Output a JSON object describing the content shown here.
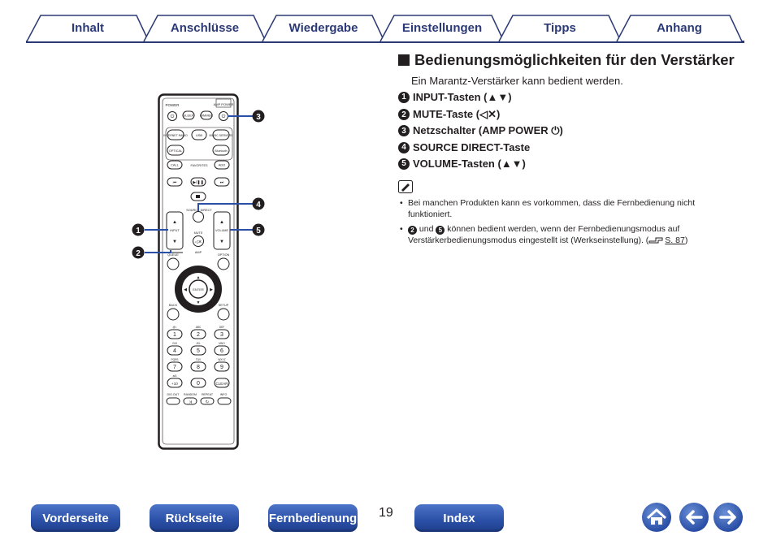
{
  "tabs": [
    "Inhalt",
    "Anschlüsse",
    "Wiedergabe",
    "Einstellungen",
    "Tipps",
    "Anhang"
  ],
  "heading": "Bedienungsmöglichkeiten für den Verstärker",
  "intro": "Ein Marantz-Verstärker kann bedient werden.",
  "items": [
    {
      "num": "1",
      "label": "INPUT-Tasten (▲▼)"
    },
    {
      "num": "2",
      "label": "MUTE-Taste (◁✕)"
    },
    {
      "num": "3",
      "label": "Netzschalter (AMP POWER ⏻)"
    },
    {
      "num": "4",
      "label": "SOURCE DIRECT-Taste"
    },
    {
      "num": "5",
      "label": "VOLUME-Tasten (▲▼)"
    }
  ],
  "notes": {
    "note1": "Bei manchen Produkten kann es vorkommen, dass die Fernbedienung nicht funktioniert.",
    "note2_num_a": "2",
    "note2_und": "und",
    "note2_num_b": "5",
    "note2_text": "können bedient werden, wenn der Fernbedienungsmodus auf Verstärkerbedienungsmodus eingestellt ist (Werkseinstellung).",
    "note2_ref": "S. 87"
  },
  "remote": {
    "power": "POWER",
    "amp_power": "AMP POWER",
    "sleep": "SLEEP",
    "dimmer": "DIMMER",
    "internet_radio": "INTERNET RADIO",
    "usb": "USB",
    "music_servers": "MUSIC SERVERS",
    "optical": "OPTICAL",
    "bluetooth": "Bluetooth",
    "call": "CALL",
    "favorites": "FAVORITES",
    "add": "ADD",
    "source_direct": "SOURCE DIRECT",
    "input": "INPUT",
    "mute": "MUTE",
    "volume": "VOLUME",
    "amp": "AMP",
    "queue": "QUEUE",
    "option": "OPTION",
    "enter": "ENTER",
    "back": "BACK",
    "setup": "SETUP",
    "keys": [
      "1",
      "2",
      "3",
      "4",
      "5",
      "6",
      "7",
      "8",
      "9",
      "+10",
      "0",
      "CLEAR"
    ],
    "key_letters": [
      "@!.",
      "ABC",
      "DEF",
      "GHI",
      "JKL",
      "MNO",
      "PQRS",
      "TUV",
      "WXYZ",
      "a/A",
      "",
      ""
    ],
    "dig_out": "DIG.OUT",
    "random": "RANDOM",
    "repeat": "REPEAT",
    "info": "INFO",
    "callouts": [
      "1",
      "2",
      "3",
      "4",
      "5"
    ]
  },
  "bottom_nav": {
    "front": "Vorderseite",
    "back": "Rückseite",
    "remote": "Fernbedienung",
    "index": "Index",
    "page": "19"
  },
  "colors": {
    "nav_blue": "#2a4fa6",
    "tab_blue": "#2b3a77",
    "text": "#231f20"
  }
}
